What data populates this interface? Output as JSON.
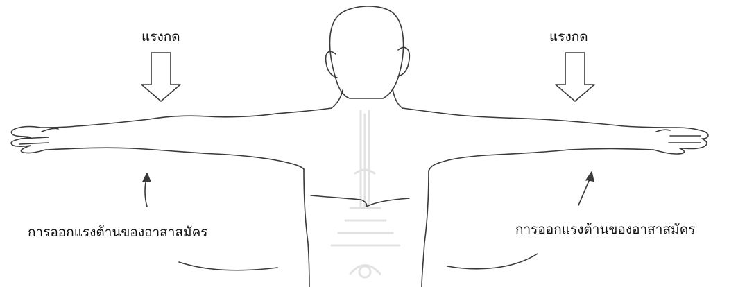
{
  "labels": {
    "press_left": "แรงกด",
    "press_right": "แรงกด",
    "resist_left": "การออกแรงต้านของอาสาสมัคร",
    "resist_right": "การออกแรงต้านของอาสาสมัคร"
  },
  "colors": {
    "ink": "#3a3a3a",
    "text": "#111111",
    "watermark": "#e2e2e2"
  }
}
